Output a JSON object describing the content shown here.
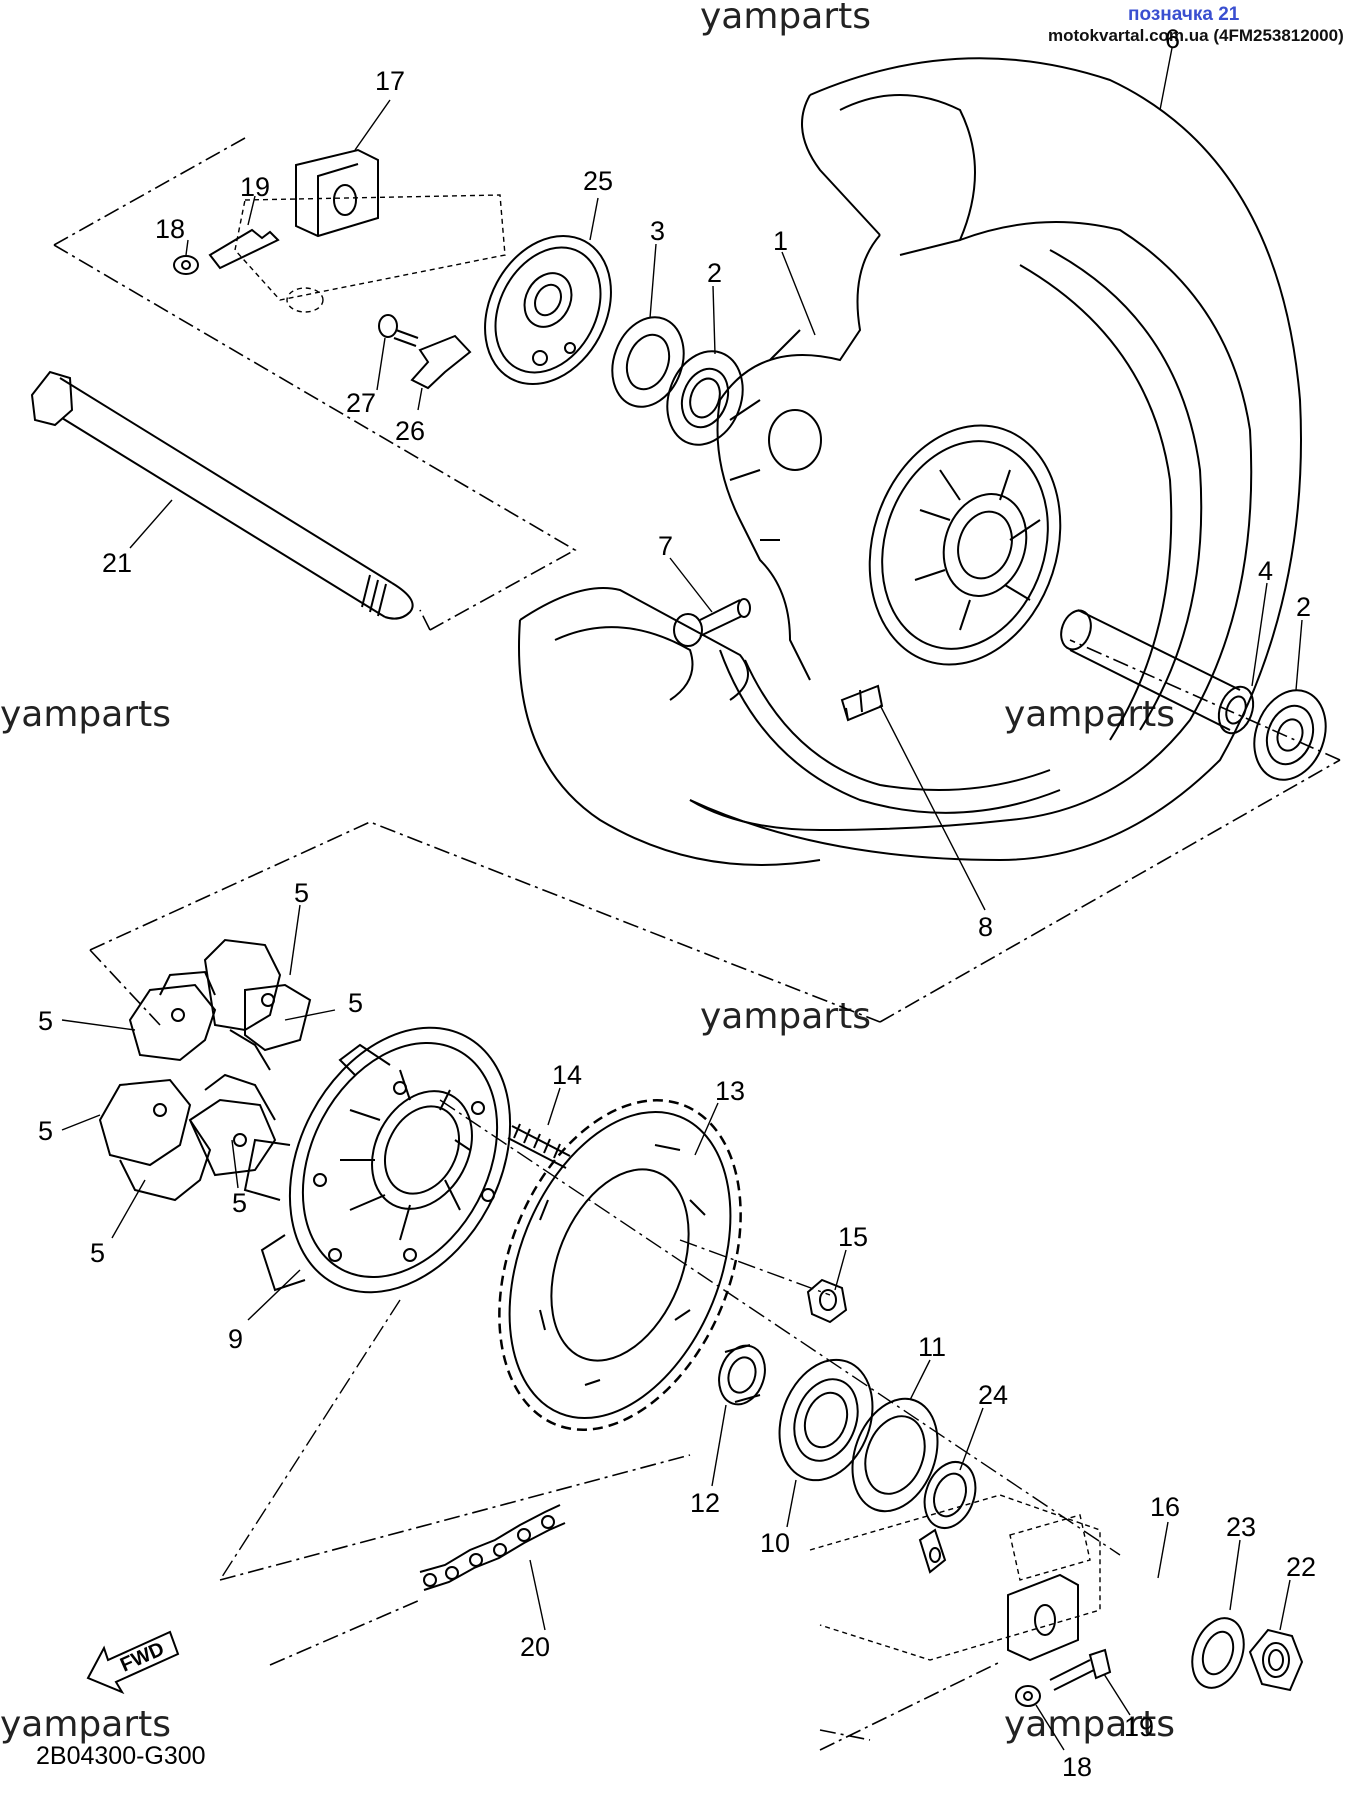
{
  "header": {
    "label_line": "позначка 21",
    "site_line": "motokvartal.com.ua (4FM253812000)"
  },
  "watermark": "yamparts",
  "diagram_code": "2B04300-G300",
  "fwd_label": "FWD",
  "callouts": [
    {
      "id": "c6",
      "label": "6"
    },
    {
      "id": "c17",
      "label": "17"
    },
    {
      "id": "c19a",
      "label": "19"
    },
    {
      "id": "c18a",
      "label": "18"
    },
    {
      "id": "c25",
      "label": "25"
    },
    {
      "id": "c3",
      "label": "3"
    },
    {
      "id": "c2a",
      "label": "2"
    },
    {
      "id": "c1",
      "label": "1"
    },
    {
      "id": "c27",
      "label": "27"
    },
    {
      "id": "c26",
      "label": "26"
    },
    {
      "id": "c21",
      "label": "21"
    },
    {
      "id": "c7",
      "label": "7"
    },
    {
      "id": "c4",
      "label": "4"
    },
    {
      "id": "c2b",
      "label": "2"
    },
    {
      "id": "c8",
      "label": "8"
    },
    {
      "id": "c5a",
      "label": "5"
    },
    {
      "id": "c5b",
      "label": "5"
    },
    {
      "id": "c5c",
      "label": "5"
    },
    {
      "id": "c5d",
      "label": "5"
    },
    {
      "id": "c5e",
      "label": "5"
    },
    {
      "id": "c5f",
      "label": "5"
    },
    {
      "id": "c14",
      "label": "14"
    },
    {
      "id": "c13",
      "label": "13"
    },
    {
      "id": "c15",
      "label": "15"
    },
    {
      "id": "c9",
      "label": "9"
    },
    {
      "id": "c11",
      "label": "11"
    },
    {
      "id": "c24",
      "label": "24"
    },
    {
      "id": "c12",
      "label": "12"
    },
    {
      "id": "c10",
      "label": "10"
    },
    {
      "id": "c16",
      "label": "16"
    },
    {
      "id": "c23",
      "label": "23"
    },
    {
      "id": "c22",
      "label": "22"
    },
    {
      "id": "c20",
      "label": "20"
    },
    {
      "id": "c19b",
      "label": "19"
    },
    {
      "id": "c18b",
      "label": "18"
    }
  ]
}
